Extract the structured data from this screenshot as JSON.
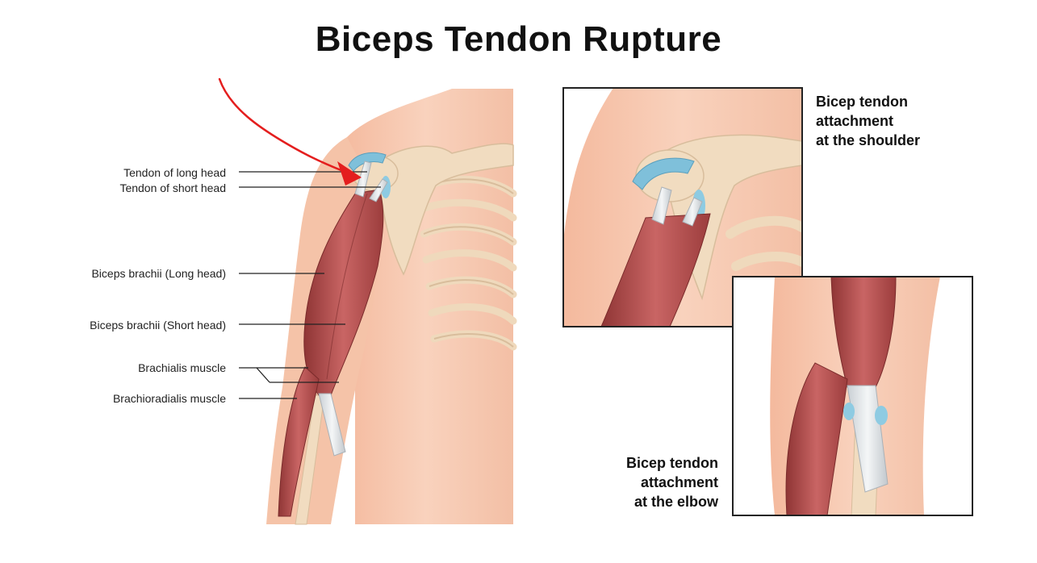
{
  "title": "Biceps Tendon Rupture",
  "labels": {
    "tendon_long_head": "Tendon of long head",
    "tendon_short_head": "Tendon of short head",
    "biceps_long": "Biceps brachii (Long head)",
    "biceps_short": "Biceps brachii (Short head)",
    "brachialis": "Brachialis muscle",
    "brachioradialis": "Brachioradialis muscle"
  },
  "callouts": {
    "shoulder": [
      "Bicep tendon",
      "attachment",
      "at the shoulder"
    ],
    "elbow": [
      "Bicep tendon",
      "attachment",
      "at the elbow"
    ]
  },
  "colors": {
    "skin": "#f7c9b0",
    "bone": "#f1dcc0",
    "muscle": "#b8504f",
    "tendon": "#dfe3e6",
    "cartilage": "#7fc0da",
    "annotation_arrow": "#e41e1e"
  }
}
